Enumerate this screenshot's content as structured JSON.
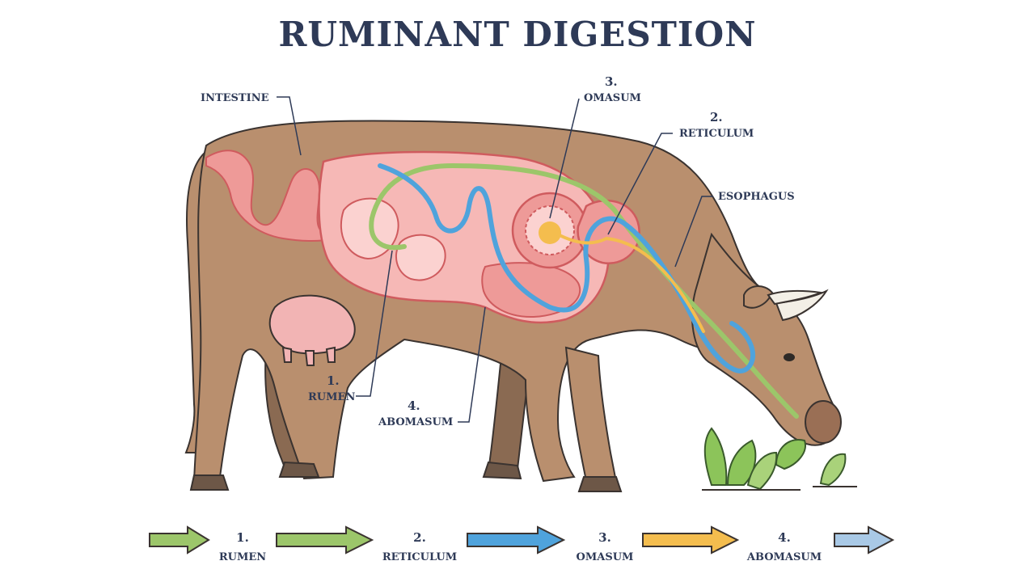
{
  "title": "RUMINANT DIGESTION",
  "labels": {
    "intestine": "INTESTINE",
    "omasum": {
      "num": "3.",
      "name": "OMASUM"
    },
    "reticulum": {
      "num": "2.",
      "name": "RETICULUM"
    },
    "esophagus": "ESOPHAGUS",
    "rumen": {
      "num": "1.",
      "name": "RUMEN"
    },
    "abomasum": {
      "num": "4.",
      "name": "ABOMASUM"
    }
  },
  "flow_legend": [
    {
      "num": "1.",
      "name": "RUMEN",
      "arrow_color": "#9cc66a"
    },
    {
      "num": "2.",
      "name": "RETICULUM",
      "arrow_color": "#4fa3dc"
    },
    {
      "num": "3.",
      "name": "OMASUM",
      "arrow_color": "#f4bd4e"
    },
    {
      "num": "4.",
      "name": "ABOMASUM",
      "arrow_color": "#a9c9e6"
    }
  ],
  "first_arrow_color": "#9cc66a",
  "colors": {
    "body": "#b98f6e",
    "body_dark": "#7d5a44",
    "organ": "#ee9a98",
    "organ_dark": "#cf5b5e",
    "udder": "#f2b4b4",
    "plant": "#8cc45a",
    "text": "#2e3a57"
  }
}
